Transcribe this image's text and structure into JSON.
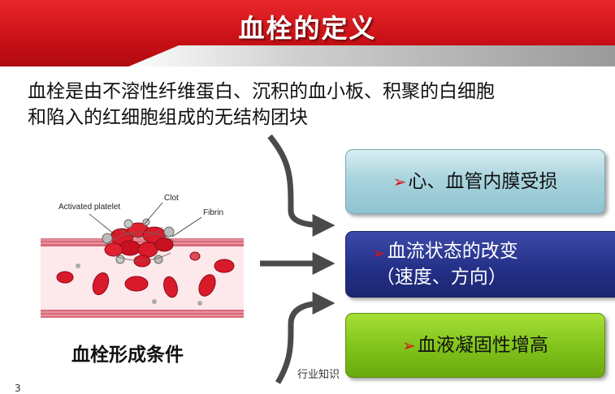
{
  "header": {
    "title": "血栓的定义"
  },
  "definition": {
    "line1": "血栓是由不溶性纤维蛋白、沉积的血小板、积聚的白细胞",
    "line2": "和陷入的红细胞组成的无结构团块"
  },
  "illustration": {
    "label_platelet": "Activated platelet",
    "label_clot": "Clot",
    "label_fibrin": "Fibrin"
  },
  "caption": "血栓形成条件",
  "conditions": [
    {
      "bullet": "➢",
      "lines": [
        "心、血管内膜受损"
      ],
      "color": "#a9d4de"
    },
    {
      "bullet": "➢",
      "lines": [
        "血流状态的改变",
        "（速度、方向）"
      ],
      "color": "#232f86"
    },
    {
      "bullet": "➢",
      "lines": [
        "血液凝固性增高"
      ],
      "color": "#80c21a"
    }
  ],
  "watermark": "行业知识",
  "page_number": "3",
  "colors": {
    "banner_red": "#d41a1f",
    "bullet_red": "#d01414"
  }
}
